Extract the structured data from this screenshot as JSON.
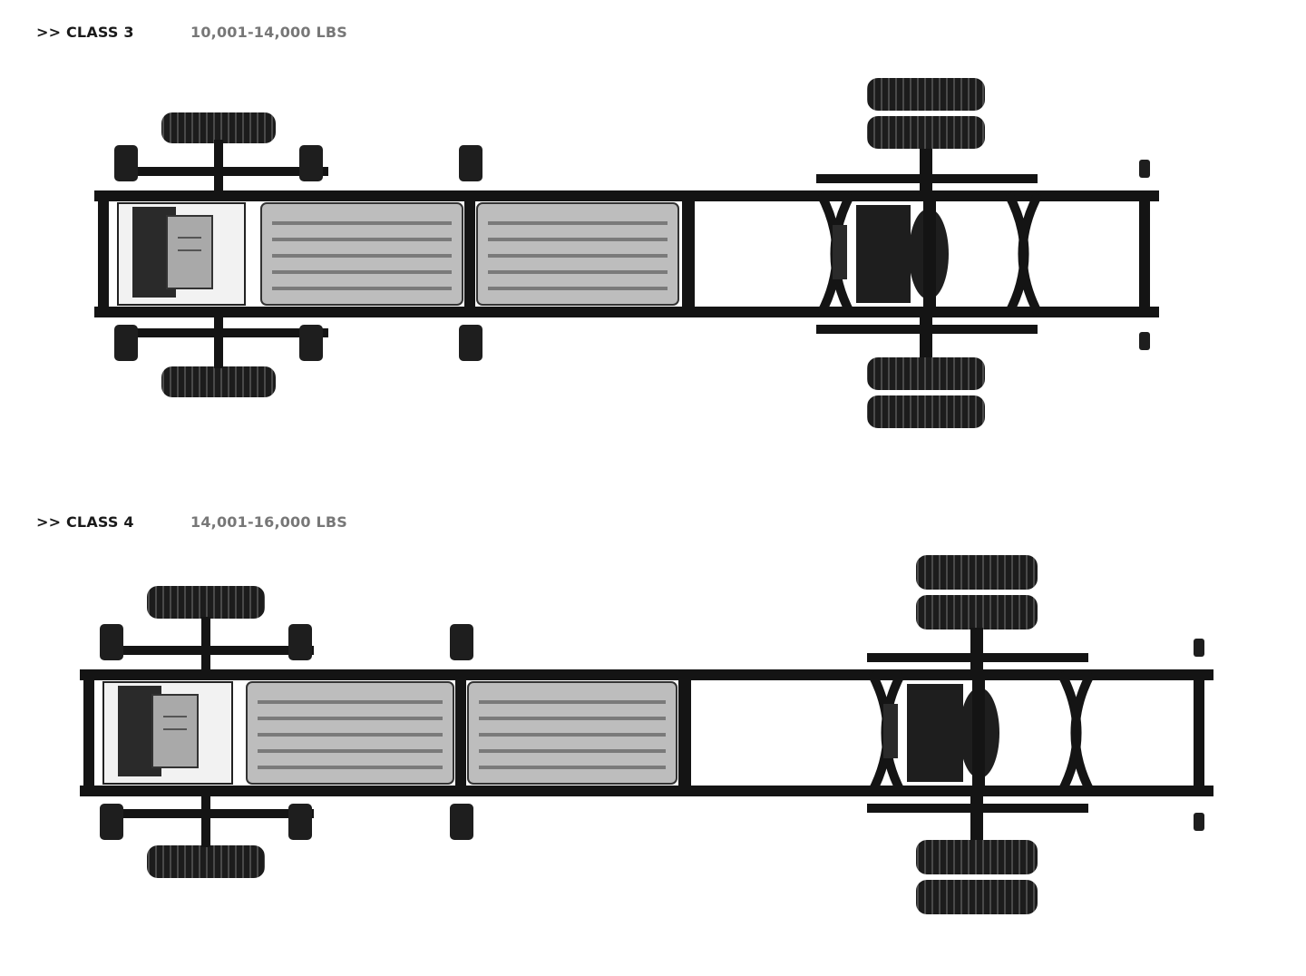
{
  "sections": [
    {
      "class_label": ">> CLASS 3",
      "weight_range": "10,001-14,000 LBS",
      "diagram_icon": "truck-chassis-top-view"
    },
    {
      "class_label": ">> CLASS 4",
      "weight_range": "14,001-16,000 LBS",
      "diagram_icon": "truck-chassis-top-view"
    }
  ],
  "colors": {
    "frame": "#141414",
    "battery": "#bdbdbd",
    "tire": "#1c1c1c",
    "heading": "#1a1a1a",
    "subheading": "#777777"
  }
}
